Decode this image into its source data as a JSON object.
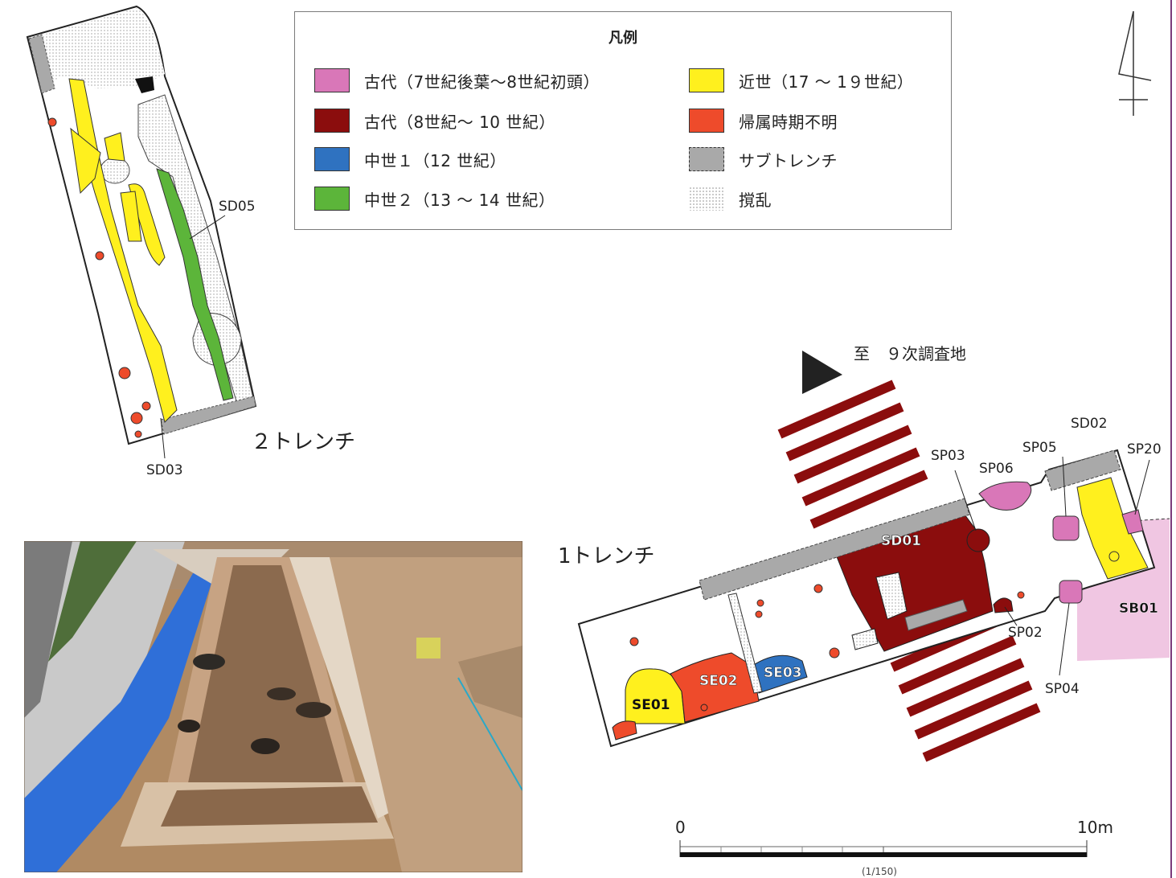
{
  "legend": {
    "title": "凡例",
    "items": [
      {
        "label": "古代（7世紀後葉～8世紀初頭）",
        "color": "#d977b8",
        "style": "solid"
      },
      {
        "label": "古代（8世紀～ 10 世紀）",
        "color": "#8b0d0d",
        "style": "solid"
      },
      {
        "label": "中世１（12 世紀）",
        "color": "#2f72c0",
        "style": "solid"
      },
      {
        "label": "中世２（13 ～ 14 世紀）",
        "color": "#5cb53a",
        "style": "solid"
      },
      {
        "label": "近世（17 ～ 1９世紀）",
        "color": "#fff01e",
        "style": "solid"
      },
      {
        "label": "帰属時期不明",
        "color": "#ee4b2b",
        "style": "solid"
      },
      {
        "label": "サブトレンチ",
        "color": "#a9a9a9",
        "style": "dashed"
      },
      {
        "label": "撹乱",
        "color": "#ffffff",
        "style": "dotted"
      }
    ]
  },
  "trench2": {
    "title": "２トレンチ",
    "labels": {
      "sd05": "SD05",
      "sd03": "SD03"
    }
  },
  "trench1": {
    "title": "1トレンチ",
    "direction": "至　９次調査地",
    "labels": {
      "sd01": "SD01",
      "sd02": "SD02",
      "sp02": "SP02",
      "sp03": "SP03",
      "sp04": "SP04",
      "sp05": "SP05",
      "sp06": "SP06",
      "sp20": "SP20",
      "sb01": "SB01",
      "se01": "SE01",
      "se02": "SE02",
      "se03": "SE03"
    }
  },
  "scale": {
    "zero": "0",
    "max": "10m",
    "ratio": "(1/150)"
  },
  "colors": {
    "pink": "#d977b8",
    "darkred": "#8b0d0d",
    "blue": "#2f72c0",
    "green": "#5cb53a",
    "yellow": "#fff01e",
    "orange": "#ee4b2b",
    "gray": "#a9a9a9",
    "lightpink": "#f0c6e2",
    "border": "#7b3a7b"
  }
}
